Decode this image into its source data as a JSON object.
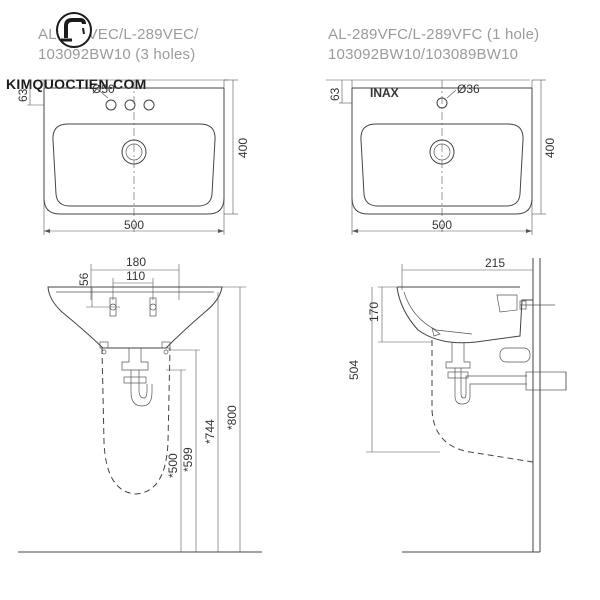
{
  "titles": {
    "left_line1": "AL-289VEC/L-289VEC/",
    "left_line2": "103092BW10 (3 holes)",
    "right_line1": "AL-289VFC/L-289VFC (1 hole)",
    "right_line2": "103092BW10/103089BW10"
  },
  "brand": {
    "text": "KIMQUOCTIEN.COM",
    "logo_icon": "faucet-logo-icon"
  },
  "top_left_view": {
    "dim_width": "500",
    "dim_height": "400",
    "dim_side": "63",
    "dim_hole": "Ø50"
  },
  "top_right_view": {
    "dim_width": "500",
    "dim_height": "400",
    "dim_side": "63",
    "dim_hole": "Ø36",
    "logo_mark": "INAX"
  },
  "front_view": {
    "dim_180": "180",
    "dim_110": "110",
    "dim_56": "56",
    "dim_500": "*500",
    "dim_599": "*599",
    "dim_744": "*744",
    "dim_800": "*800"
  },
  "side_view": {
    "dim_215": "215",
    "dim_170": "170",
    "dim_504": "504"
  }
}
